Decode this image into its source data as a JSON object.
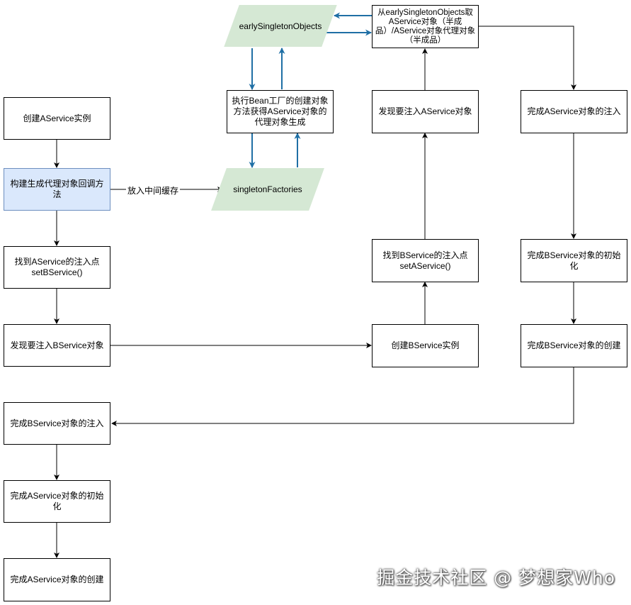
{
  "nodes": {
    "create_a": "创建AService实例",
    "build_proxy_callback": "构建生成代理对象回调方法",
    "find_a_injection": "找到AService的注入点\nsetBService()",
    "discover_b": "发现要注入BService对象",
    "finish_b_injection": "完成BService对象的注入",
    "finish_a_init": "完成AService对象的初始化",
    "finish_a_create": "完成AService对象的创建",
    "exec_factory": "执行Bean工厂的创建对象方法获得AService对象的代理对象生成",
    "get_from_early": "从earlySingletonObjects取AService对象（半成品）/AService对象代理对象（半成品）",
    "discover_a": "发现要注入AService对象",
    "find_b_injection": "找到BService的注入点\nsetAService()",
    "create_b": "创建BService实例",
    "finish_a_injection": "完成AService对象的注入",
    "finish_b_init": "完成BService对象的初始化",
    "finish_b_create": "完成BService对象的创建"
  },
  "caches": {
    "early": "earlySingletonObjects",
    "factories": "singletonFactories"
  },
  "edge_labels": {
    "put_cache": "放入中间缓存"
  },
  "watermark": "掘金技术社区 @ 梦想家Who",
  "colors": {
    "highlight_fill": "#dae8fc",
    "highlight_stroke": "#6c8ebf",
    "cache_fill": "#d5e8d4",
    "blue_arrow": "#1f6fa5"
  }
}
